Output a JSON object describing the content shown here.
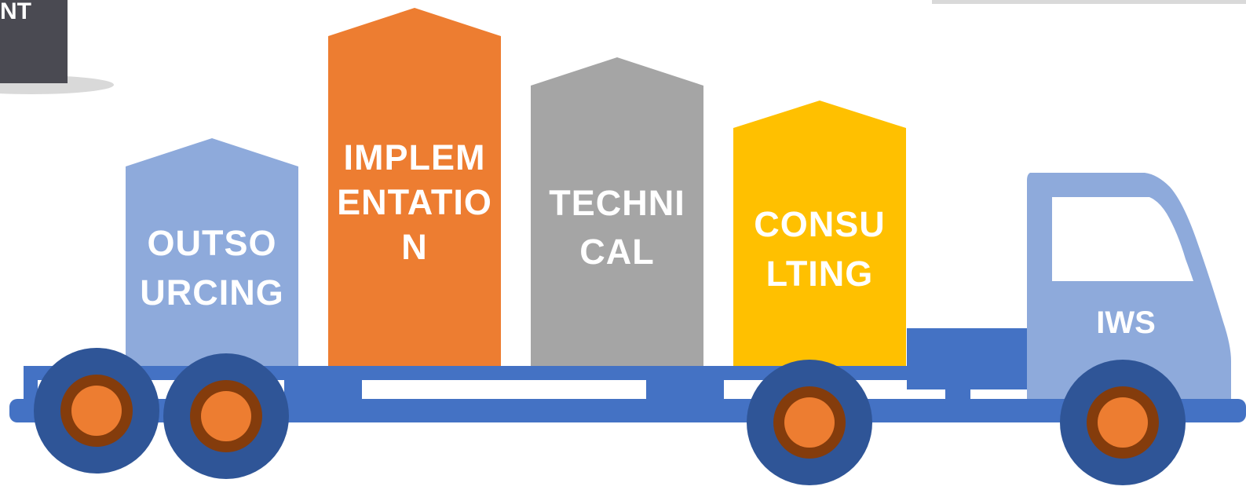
{
  "corner_fragment": {
    "text": "NT",
    "color": "#4a4a52"
  },
  "cargo_blocks": [
    {
      "lines": [
        "OUTSO",
        "URCING"
      ],
      "color": "#8eaadb"
    },
    {
      "lines": [
        "IMPLEM",
        "ENTATIO",
        "N"
      ],
      "color": "#ed7d31"
    },
    {
      "lines": [
        "TECHNI",
        "CAL"
      ],
      "color": "#a5a5a5"
    },
    {
      "lines": [
        "CONSU",
        "LTING"
      ],
      "color": "#ffc000"
    }
  ],
  "cab": {
    "label": "IWS",
    "color": "#8eaadb"
  },
  "truck": {
    "chassis_color": "#4472c4",
    "wheel_tire_color": "#2f5597",
    "wheel_rim_color": "#843c0c",
    "wheel_hub_color": "#ed7d31"
  }
}
